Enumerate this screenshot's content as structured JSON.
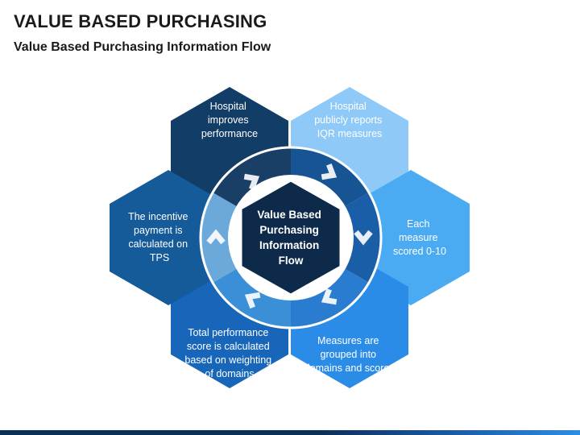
{
  "header": {
    "title": "VALUE BASED PURCHASING",
    "subtitle": "Value Based Purchasing Information Flow"
  },
  "center": {
    "lines": [
      "Value Based",
      "Purchasing",
      "Information",
      "Flow"
    ],
    "color": "#0e2a4a"
  },
  "steps": [
    {
      "lines": [
        "Hospital",
        "improves",
        "performance"
      ],
      "color": "#123d66"
    },
    {
      "lines": [
        "Hospital",
        "publicly reports",
        "IQR measures"
      ],
      "color": "#8ec9f7"
    },
    {
      "lines": [
        "Each",
        "measure",
        "scored 0-10"
      ],
      "color": "#4aaaf2"
    },
    {
      "lines": [
        "Measures are",
        "grouped into",
        "domains and scored"
      ],
      "color": "#2b8ce8"
    },
    {
      "lines": [
        "Total performance",
        "score is calculated",
        "based on weighting",
        "of domains"
      ],
      "color": "#1866b9"
    },
    {
      "lines": [
        "The incentive",
        "payment is",
        "calculated on",
        "TPS"
      ],
      "color": "#155a99"
    }
  ],
  "flow": {
    "ring_colors": [
      "#1a3f66",
      "#6aa9da",
      "#3b8fd6",
      "#2a7cd0",
      "#1b5ea8",
      "#175494"
    ]
  }
}
